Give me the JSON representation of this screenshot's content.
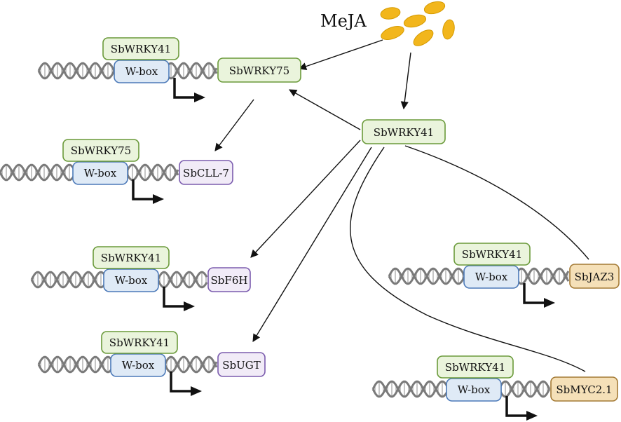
{
  "stimulus": {
    "label": "MeJA"
  },
  "hub": {
    "label": "SbWRKY41"
  },
  "target": {
    "label": "SbWRKY75"
  },
  "element": {
    "label": "W-box"
  },
  "cassettes": [
    {
      "tf": "SbWRKY41",
      "box": "W-box",
      "gene": ""
    },
    {
      "tf": "SbWRKY75",
      "box": "W-box",
      "gene": "SbCLL-7"
    },
    {
      "tf": "SbWRKY41",
      "box": "W-box",
      "gene": "SbF6H"
    },
    {
      "tf": "SbWRKY41",
      "box": "W-box",
      "gene": "SbUGT"
    },
    {
      "tf": "SbWRKY41",
      "box": "W-box",
      "gene": "SbJAZ3"
    },
    {
      "tf": "SbWRKY41",
      "box": "W-box",
      "gene": "SbMYC2.1"
    }
  ],
  "colors": {
    "tf_fill": "#eaf4dc",
    "tf_stroke": "#6a9a3a",
    "box_fill": "#dfeaf6",
    "box_stroke": "#4b79b8",
    "gene_purple_fill": "#f1ebf7",
    "gene_purple_stroke": "#7b5cae",
    "gene_orange_fill": "#f5e0b8",
    "gene_orange_stroke": "#a47a35",
    "dna_strand": "#7a7a7a",
    "dna_rung": "#a8a8a8",
    "meja_dot": "#f2b61c",
    "arrow": "#111111"
  }
}
